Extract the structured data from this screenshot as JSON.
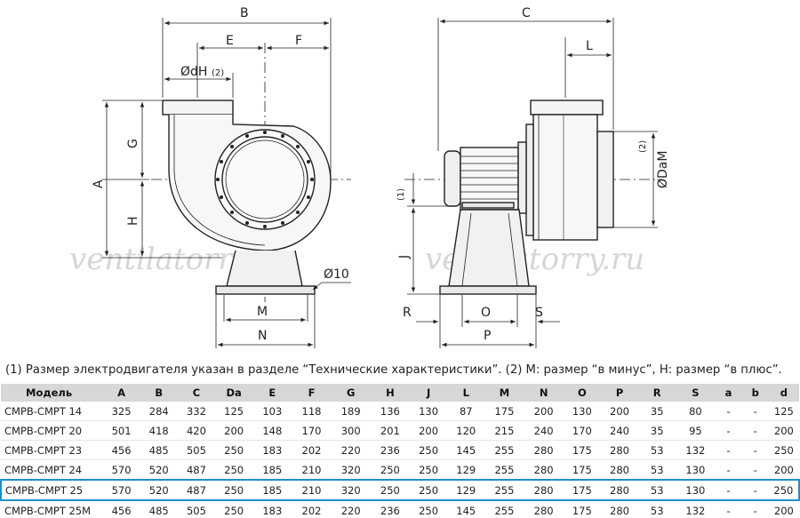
{
  "drawing": {
    "front_labels": {
      "B": "B",
      "E": "E",
      "F": "F",
      "dH": "ØdH",
      "dH_sub": "(2)",
      "G": "G",
      "A": "A",
      "H": "H",
      "M": "M",
      "N": "N",
      "hole": "Ø10"
    },
    "side_labels": {
      "C": "C",
      "L": "L",
      "DaM": "ØDaM",
      "DaM_sub": "(2)",
      "J": "J",
      "one": "(1)",
      "R": "R",
      "O": "O",
      "S": "S",
      "P": "P"
    },
    "watermark": [
      "ventilatorry.ru",
      "ventilatorry.ru"
    ]
  },
  "note": "(1) Размер электродвигателя указан в разделе “Технические характеристики”. (2) M: размер “в минус”, H: размер “в плюс”.",
  "table": {
    "headers": [
      "Модель",
      "A",
      "B",
      "C",
      "Da",
      "E",
      "F",
      "G",
      "H",
      "J",
      "L",
      "M",
      "N",
      "O",
      "P",
      "R",
      "S",
      "a",
      "b",
      "d"
    ],
    "rows": [
      [
        "CMPB-CMPT 14",
        "325",
        "284",
        "332",
        "125",
        "103",
        "118",
        "189",
        "136",
        "130",
        "87",
        "175",
        "200",
        "130",
        "200",
        "35",
        "80",
        "-",
        "-",
        "125"
      ],
      [
        "CMPB-CMPT 20",
        "501",
        "418",
        "420",
        "200",
        "148",
        "170",
        "300",
        "201",
        "200",
        "120",
        "215",
        "240",
        "170",
        "240",
        "35",
        "95",
        "-",
        "-",
        "200"
      ],
      [
        "CMPB-CMPT 23",
        "456",
        "485",
        "505",
        "250",
        "183",
        "202",
        "220",
        "236",
        "250",
        "145",
        "255",
        "280",
        "175",
        "280",
        "53",
        "132",
        "-",
        "-",
        "250"
      ],
      [
        "CMPB-CMPT 24",
        "570",
        "520",
        "487",
        "250",
        "185",
        "210",
        "320",
        "250",
        "250",
        "129",
        "255",
        "280",
        "175",
        "280",
        "53",
        "130",
        "-",
        "-",
        "200"
      ],
      [
        "CMPB-CMPT 25",
        "570",
        "520",
        "487",
        "250",
        "185",
        "210",
        "320",
        "250",
        "250",
        "129",
        "255",
        "280",
        "175",
        "280",
        "53",
        "130",
        "-",
        "-",
        "250"
      ],
      [
        "CMPB-CMPT 25M",
        "456",
        "485",
        "505",
        "250",
        "183",
        "202",
        "220",
        "236",
        "250",
        "145",
        "255",
        "280",
        "175",
        "280",
        "53",
        "132",
        "-",
        "-",
        "200"
      ]
    ],
    "highlight_row": 4,
    "highlight_color": "#1f8fc6",
    "header_bg": "#d7d7d7"
  }
}
